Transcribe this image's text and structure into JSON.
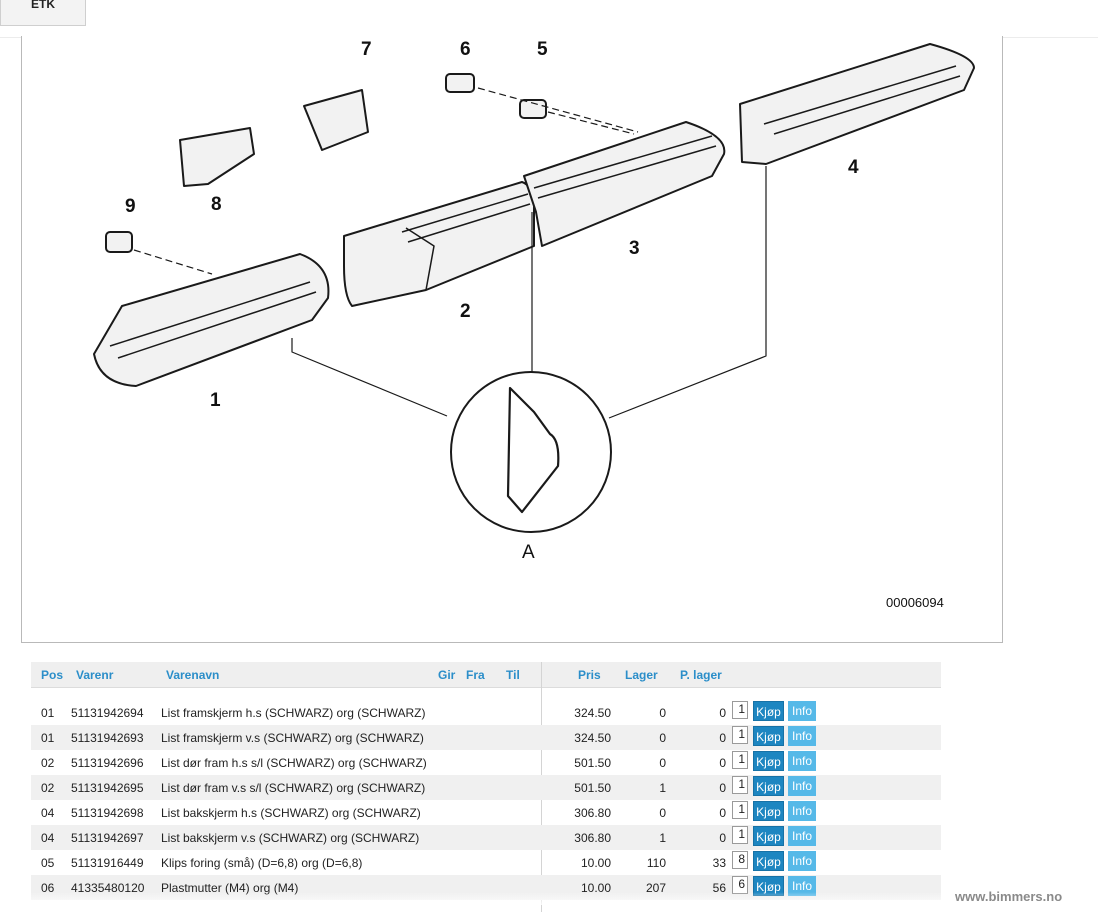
{
  "tabs": [
    {
      "label": "ETK"
    }
  ],
  "diagram": {
    "image_id": "00006094",
    "callouts": [
      "1",
      "2",
      "3",
      "4",
      "5",
      "6",
      "7",
      "8",
      "9"
    ],
    "detail_label": "A"
  },
  "table": {
    "headers": {
      "pos": "Pos",
      "varenr": "Varenr",
      "varenavn": "Varenavn",
      "gir": "Gir",
      "fra": "Fra",
      "til": "Til",
      "pris": "Pris",
      "lager": "Lager",
      "plager": "P. lager"
    },
    "rows": [
      {
        "pos": "01",
        "varenr": "51131942694",
        "varenavn": "List framskjerm h.s (SCHWARZ) org (SCHWARZ)",
        "pris": "324.50",
        "lager": "0",
        "plager": "0",
        "qty": "1",
        "buy": "Kjøp",
        "info": "Info"
      },
      {
        "pos": "01",
        "varenr": "51131942693",
        "varenavn": "List framskjerm v.s (SCHWARZ) org (SCHWARZ)",
        "pris": "324.50",
        "lager": "0",
        "plager": "0",
        "qty": "1",
        "buy": "Kjøp",
        "info": "Info"
      },
      {
        "pos": "02",
        "varenr": "51131942696",
        "varenavn": "List dør fram h.s s/l (SCHWARZ) org (SCHWARZ)",
        "pris": "501.50",
        "lager": "0",
        "plager": "0",
        "qty": "1",
        "buy": "Kjøp",
        "info": "Info"
      },
      {
        "pos": "02",
        "varenr": "51131942695",
        "varenavn": "List dør fram v.s s/l (SCHWARZ) org (SCHWARZ)",
        "pris": "501.50",
        "lager": "1",
        "plager": "0",
        "qty": "1",
        "buy": "Kjøp",
        "info": "Info"
      },
      {
        "pos": "04",
        "varenr": "51131942698",
        "varenavn": "List bakskjerm h.s (SCHWARZ) org (SCHWARZ)",
        "pris": "306.80",
        "lager": "0",
        "plager": "0",
        "qty": "1",
        "buy": "Kjøp",
        "info": "Info"
      },
      {
        "pos": "04",
        "varenr": "51131942697",
        "varenavn": "List bakskjerm v.s (SCHWARZ) org (SCHWARZ)",
        "pris": "306.80",
        "lager": "1",
        "plager": "0",
        "qty": "1",
        "buy": "Kjøp",
        "info": "Info"
      },
      {
        "pos": "05",
        "varenr": "51131916449",
        "varenavn": "Klips foring (små) (D=6,8) org (D=6,8)",
        "pris": "10.00",
        "lager": "110",
        "plager": "33",
        "qty": "8",
        "buy": "Kjøp",
        "info": "Info"
      },
      {
        "pos": "06",
        "varenr": "41335480120",
        "varenavn": "Plastmutter (M4) org (M4)",
        "pris": "10.00",
        "lager": "207",
        "plager": "56",
        "qty": "6",
        "buy": "Kjøp",
        "info": "Info"
      }
    ]
  },
  "footer": {
    "watermark": "www.bimmers.no"
  }
}
